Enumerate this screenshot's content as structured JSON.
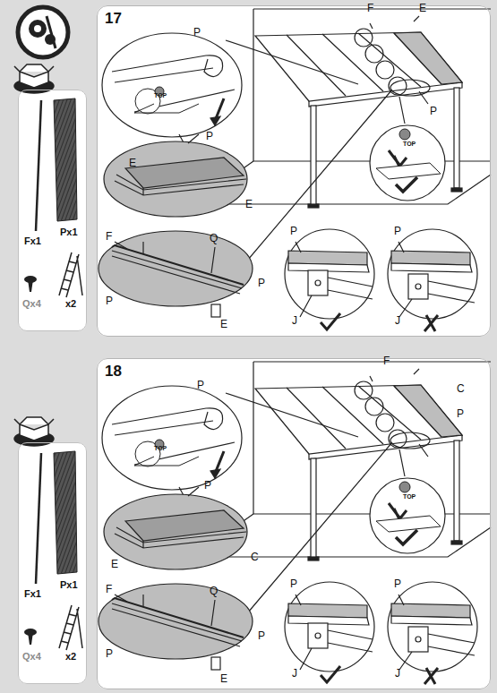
{
  "diagram": {
    "nodes": [
      {
        "text": [
          "17"
        ]
      },
      {
        "text": [
          "Fx1",
          "Px1",
          "Qx4",
          "x2"
        ]
      },
      {
        "text": [
          "18"
        ]
      },
      {
        "text": [
          "Fx1",
          "Px1",
          "Qx4",
          "x2"
        ]
      }
    ],
    "labels": [
      "F",
      "E",
      "P",
      "TOP",
      "P",
      "TOP",
      "E",
      "P",
      "E",
      "F",
      "Q",
      "P",
      "P",
      "E",
      "P",
      "J",
      "P",
      "J",
      "F",
      "C",
      "P",
      "TOP",
      "P",
      "TOP",
      "P",
      "E",
      "C",
      "F",
      "Q",
      "P",
      "P",
      "E",
      "P",
      "J",
      "P",
      "J"
    ]
  }
}
